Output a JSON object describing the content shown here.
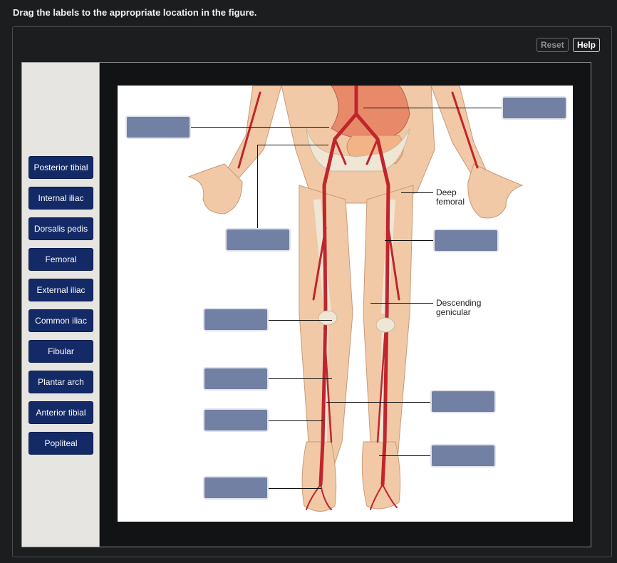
{
  "instruction": "Drag the labels to the appropriate location in the figure.",
  "toolbar": {
    "reset": "Reset",
    "help": "Help"
  },
  "labels": [
    "Posterior tibial",
    "Internal iliac",
    "Dorsalis pedis",
    "Femoral",
    "External iliac",
    "Common iliac",
    "Fibular",
    "Plantar arch",
    "Anterior tibial",
    "Popliteal"
  ],
  "figure": {
    "fixed_labels": {
      "deep_femoral_1": "Deep",
      "deep_femoral_2": "femoral",
      "descending_genicular_1": "Descending",
      "descending_genicular_2": "genicular"
    }
  },
  "colors": {
    "background": "#1c1d1f",
    "label_chip": "#142a67",
    "drop_target": "#7180a3",
    "label_bank": "#e7e5e1",
    "artery": "#c0252d",
    "skin": "#f1c9a6"
  }
}
